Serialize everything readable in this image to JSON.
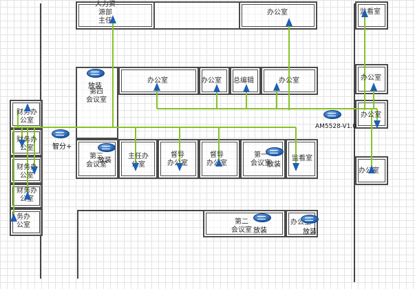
{
  "labels": {
    "hr_office": "人力资\n源部\n主任",
    "office_top": "办公室",
    "monitor_room": "监看室",
    "conference_4": "第四\n会议室",
    "office_a": "办公室",
    "office_b": "办公室",
    "general_office": "总编辑",
    "office_c": "办公室",
    "office_right_1": "办公室",
    "office_right_2": "办公室",
    "office_right_3": "办公室",
    "finance_office": "财务办\n公室",
    "finance_office_2": "财务办\n公室",
    "finance_office_3": "财务办\n公室",
    "finance_office_4": "财务办\n公室",
    "finance_office_5": "务办\n公室",
    "conference_3": "第三\n会议室",
    "director_office": "主任办\n公室",
    "supervisor_office": "督导\n办公室",
    "supervisor_office_2": "督导\n办公室",
    "conference_1": "第一\n会议室",
    "monitor_room_2": "监看室",
    "conference_2": "第二\n会议室",
    "office_bottom": "办公室"
  },
  "devices": {
    "switch_1": "放装",
    "switch_2": "放装",
    "switch_3": "放装",
    "switch_4": "放装",
    "switch_5": "放装",
    "smart_switch": "智分+",
    "ac_switch": "AM5528-V1.0"
  },
  "colors": {
    "link": "#86c226",
    "ap": "#1e5fb4",
    "wall": "#4a4a4a"
  }
}
